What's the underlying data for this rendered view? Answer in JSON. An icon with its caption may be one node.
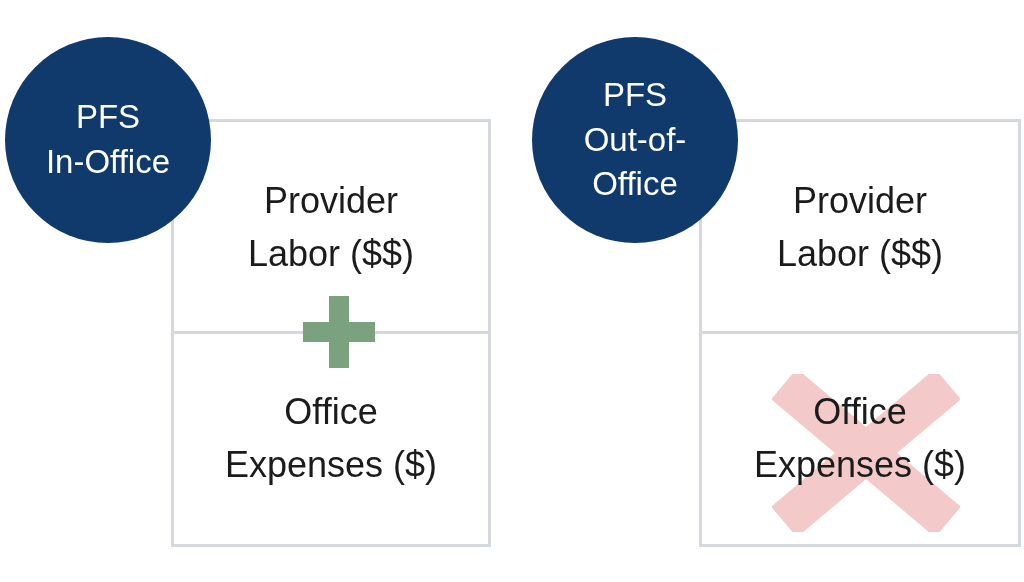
{
  "diagram": {
    "nodes": [
      {
        "text": [
          "PFS",
          "In-Office"
        ]
      },
      {
        "text": [
          "Provider Labor ($$)"
        ]
      },
      {
        "text": [
          "Office Expenses ($)"
        ]
      },
      {
        "text": [
          "PFS",
          "Out-of-Office"
        ]
      },
      {
        "text": [
          "Provider Labor ($$)"
        ]
      },
      {
        "text": [
          "Office Expenses ($)"
        ]
      }
    ]
  }
}
